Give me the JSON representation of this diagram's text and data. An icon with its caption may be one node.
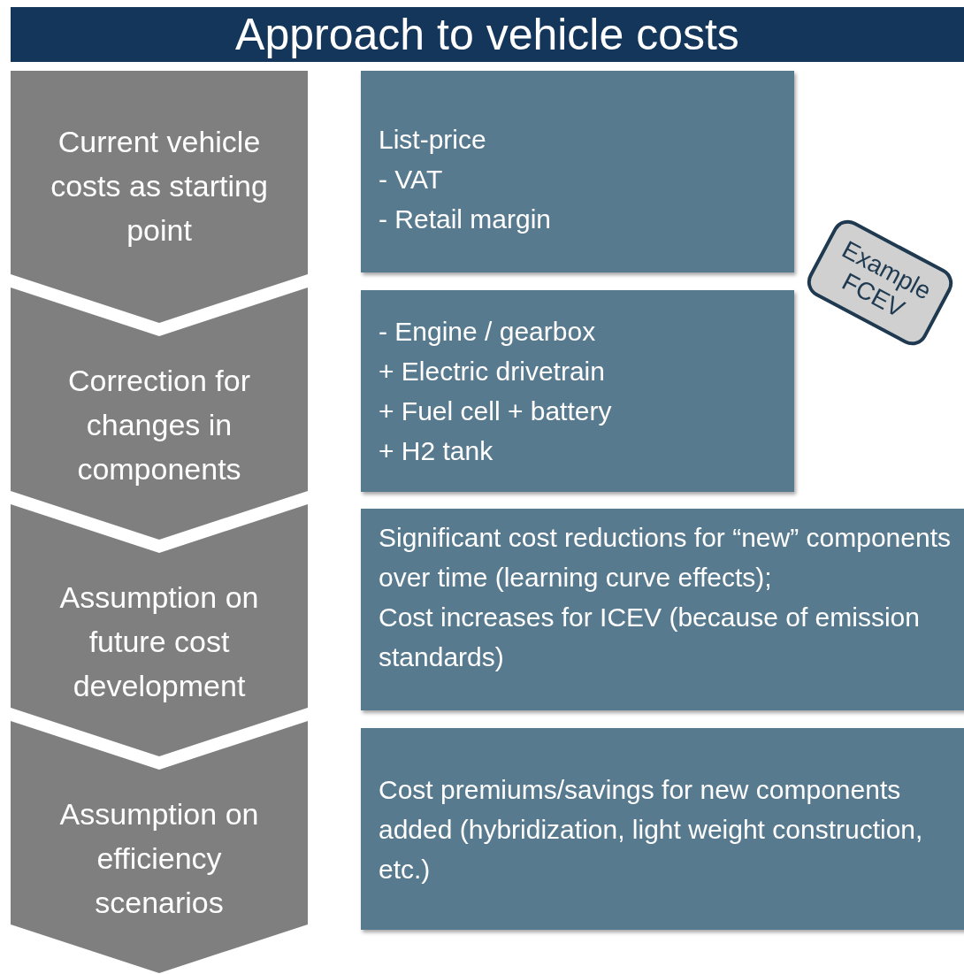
{
  "diagram": {
    "title": "Approach to vehicle costs",
    "nodes": [
      {
        "text": [
          "Current vehicle costs as starting point"
        ]
      },
      {
        "text": [
          "Correction for changes in components"
        ]
      },
      {
        "text": [
          "Assumption on future cost development"
        ]
      },
      {
        "text": [
          "Assumption on efficiency scenarios"
        ]
      },
      {
        "text": [
          "List-price",
          "- VAT",
          "- Retail margin"
        ]
      },
      {
        "text": [
          "- Engine / gearbox",
          "+ Electric drivetrain",
          "+ Fuel cell + battery",
          "+ H2 tank"
        ]
      },
      {
        "text": [
          "Significant cost reductions for “new” components over time (learning curve effects);",
          "Cost increases for ICEV (because of emission standards)"
        ]
      },
      {
        "text": [
          "Cost premiums/savings for new components added (hybridization, light weight construction, etc.)"
        ]
      },
      {
        "text": [
          "Example FCEV"
        ]
      }
    ],
    "edges": []
  }
}
